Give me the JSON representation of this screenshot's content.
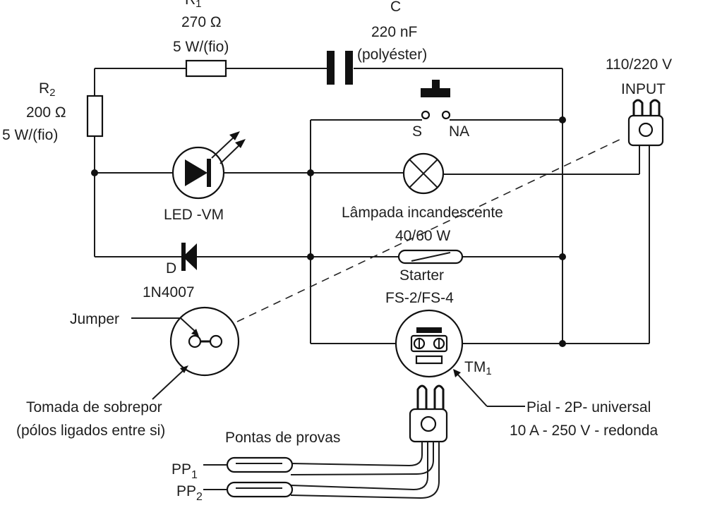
{
  "components": {
    "r1": {
      "designator": "R",
      "subscript": "1",
      "value": "270 Ω",
      "rating": "5 W/(fio)"
    },
    "capacitor": {
      "designator": "C",
      "value": "220 nF",
      "type": "(polyéster)"
    },
    "r2": {
      "designator": "R",
      "subscript": "2",
      "value": "200 Ω",
      "rating": "5 W/(fio)"
    },
    "input": {
      "voltage": "110/220 V",
      "label": "INPUT"
    },
    "switch": {
      "contact_s": "S",
      "contact_na": "NA"
    },
    "led": {
      "label": "LED -VM"
    },
    "lamp": {
      "label": "Lâmpada incandescente",
      "power": "40/60 W"
    },
    "diode": {
      "designator": "D",
      "part": "1N4007"
    },
    "starter": {
      "label": "Starter",
      "model": "FS-2/FS-4"
    },
    "jumper": {
      "label": "Jumper"
    },
    "surface_socket": {
      "line1": "Tomada de sobrepor",
      "line2": "(pólos ligados entre si)"
    },
    "tm1": {
      "designator": "TM",
      "subscript": "1"
    },
    "pial_socket": {
      "line1": "Pial - 2P- universal",
      "line2": "10 A - 250 V  - redonda"
    },
    "probes": {
      "label": "Pontas de provas",
      "pp1": {
        "designator": "PP",
        "subscript": "1"
      },
      "pp2": {
        "designator": "PP",
        "subscript": "2"
      }
    }
  }
}
